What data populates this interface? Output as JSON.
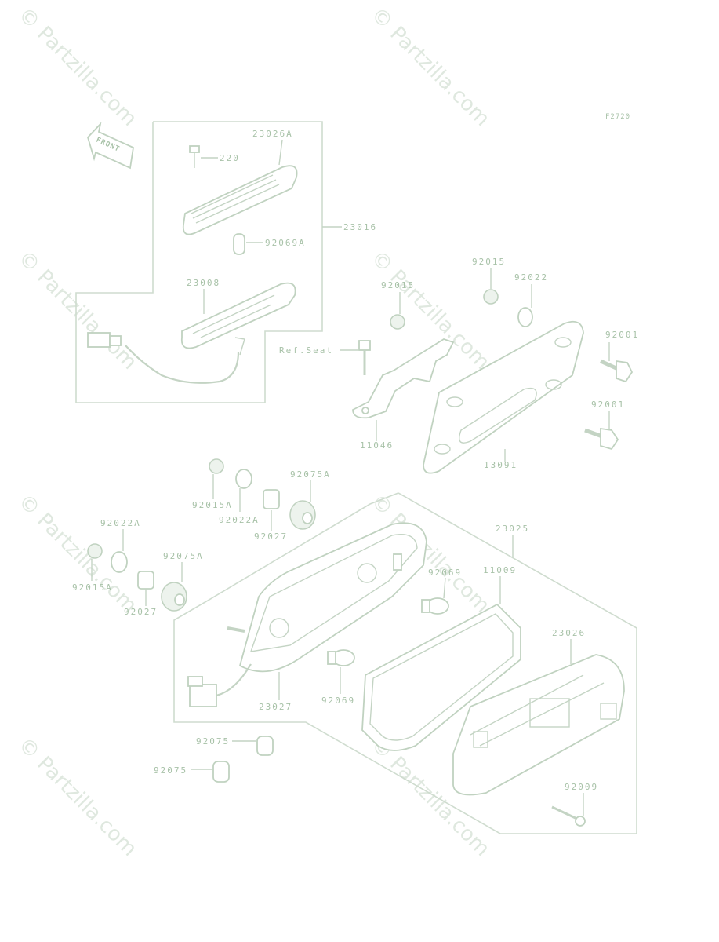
{
  "watermark": "© Partzilla.com",
  "diagram_code": "F2720",
  "front_label": "FRONT",
  "labels": {
    "p23026A": "23026A",
    "p220": "220",
    "p23016": "23016",
    "p92069A": "92069A",
    "p23008": "23008",
    "p92015_a": "92015",
    "p92015_b": "92015",
    "p92022": "92022",
    "p92001_a": "92001",
    "p92001_b": "92001",
    "refseat": "Ref.Seat",
    "p11046": "11046",
    "p13091": "13091",
    "p92075A_a": "92075A",
    "p92015A_a": "92015A",
    "p92022A_a": "92022A",
    "p92027_a": "92027",
    "p92022A_b": "92022A",
    "p92015A_b": "92015A",
    "p92075A_b": "92075A",
    "p92027_b": "92027",
    "p23025": "23025",
    "p11009": "11009",
    "p92069_a": "92069",
    "p23026": "23026",
    "p23027": "23027",
    "p92069_b": "92069",
    "p92075_a": "92075",
    "p92075_b": "92075",
    "p92009": "92009"
  }
}
